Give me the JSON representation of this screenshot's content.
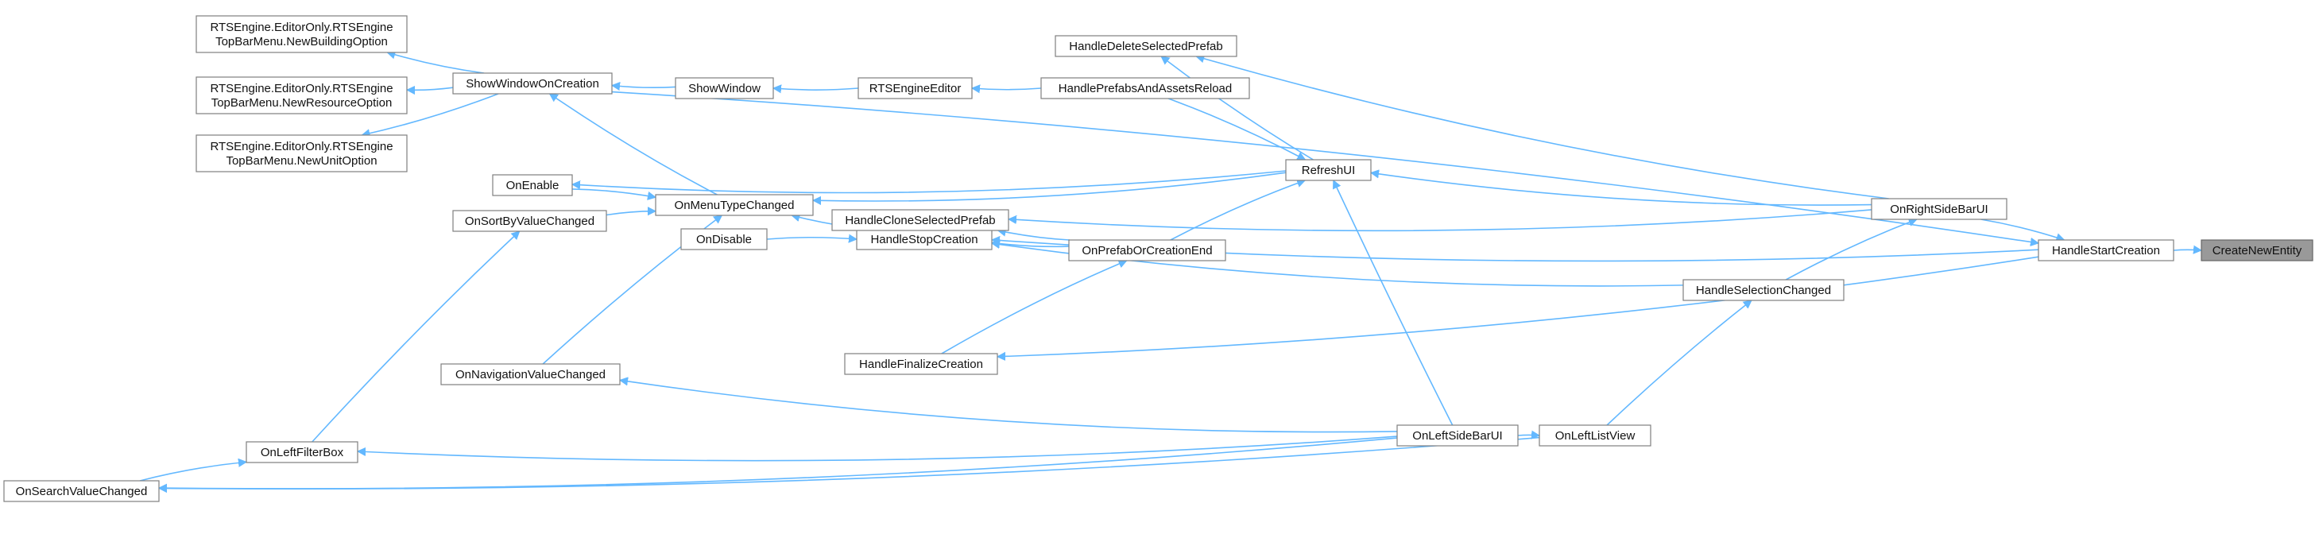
{
  "graph": {
    "title": "",
    "colors": {
      "edge": "#63b8ff",
      "node_border": "#7f7f7f",
      "node_fill": "#ffffff",
      "focus_fill": "#999999",
      "text": "#111111"
    },
    "focus_node": "create_new_entity",
    "nodes": [
      {
        "id": "create_new_entity",
        "lines": [
          "CreateNewEntity"
        ]
      },
      {
        "id": "handle_start_creation",
        "lines": [
          "HandleStartCreation"
        ]
      },
      {
        "id": "show_window_on_creation",
        "lines": [
          "ShowWindowOnCreation"
        ]
      },
      {
        "id": "on_right_side_bar_ui",
        "lines": [
          "OnRightSideBarUI"
        ]
      },
      {
        "id": "handle_stop_creation",
        "lines": [
          "HandleStopCreation"
        ]
      },
      {
        "id": "handle_finalize_creation",
        "lines": [
          "HandleFinalizeCreation"
        ]
      },
      {
        "id": "refresh_ui",
        "lines": [
          "RefreshUI"
        ]
      },
      {
        "id": "handle_clone_selected_prefab",
        "lines": [
          "HandleCloneSelectedPrefab"
        ]
      },
      {
        "id": "handle_selection_changed",
        "lines": [
          "HandleSelectionChanged"
        ]
      },
      {
        "id": "on_left_list_view",
        "lines": [
          "OnLeftListView"
        ]
      },
      {
        "id": "on_left_side_bar_ui",
        "lines": [
          "OnLeftSideBarUI"
        ]
      },
      {
        "id": "on_prefab_or_creation_end",
        "lines": [
          "OnPrefabOrCreationEnd"
        ]
      },
      {
        "id": "on_disable",
        "lines": [
          "OnDisable"
        ]
      },
      {
        "id": "on_menu_type_changed",
        "lines": [
          "OnMenuTypeChanged"
        ]
      },
      {
        "id": "on_enable",
        "lines": [
          "OnEnable"
        ]
      },
      {
        "id": "on_navigation_value_changed",
        "lines": [
          "OnNavigationValueChanged"
        ]
      },
      {
        "id": "on_sort_by_value_changed",
        "lines": [
          "OnSortByValueChanged"
        ]
      },
      {
        "id": "on_left_filter_box",
        "lines": [
          "OnLeftFilterBox"
        ]
      },
      {
        "id": "on_search_value_changed",
        "lines": [
          "OnSearchValueChanged"
        ]
      },
      {
        "id": "handle_delete_selected_prefab",
        "lines": [
          "HandleDeleteSelectedPrefab"
        ]
      },
      {
        "id": "handle_prefabs_and_assets_reload",
        "lines": [
          "HandlePrefabsAndAssetsReload"
        ]
      },
      {
        "id": "rts_engine_editor",
        "lines": [
          "RTSEngineEditor"
        ]
      },
      {
        "id": "show_window",
        "lines": [
          "ShowWindow"
        ]
      },
      {
        "id": "new_building_option",
        "lines": [
          "RTSEngine.EditorOnly.RTSEngine",
          "TopBarMenu.NewBuildingOption"
        ]
      },
      {
        "id": "new_resource_option",
        "lines": [
          "RTSEngine.EditorOnly.RTSEngine",
          "TopBarMenu.NewResourceOption"
        ]
      },
      {
        "id": "new_unit_option",
        "lines": [
          "RTSEngine.EditorOnly.RTSEngine",
          "TopBarMenu.NewUnitOption"
        ]
      }
    ],
    "edges": [
      {
        "from": "handle_start_creation",
        "to": "create_new_entity"
      },
      {
        "from": "show_window_on_creation",
        "to": "handle_start_creation"
      },
      {
        "from": "on_right_side_bar_ui",
        "to": "handle_start_creation"
      },
      {
        "from": "handle_start_creation",
        "to": "handle_stop_creation"
      },
      {
        "from": "handle_start_creation",
        "to": "handle_finalize_creation"
      },
      {
        "from": "on_right_side_bar_ui",
        "to": "refresh_ui"
      },
      {
        "from": "on_right_side_bar_ui",
        "to": "handle_clone_selected_prefab"
      },
      {
        "from": "on_right_side_bar_ui",
        "to": "handle_delete_selected_prefab"
      },
      {
        "from": "handle_selection_changed",
        "to": "on_right_side_bar_ui"
      },
      {
        "from": "handle_selection_changed",
        "to": "handle_stop_creation"
      },
      {
        "from": "on_left_list_view",
        "to": "handle_selection_changed"
      },
      {
        "from": "on_left_side_bar_ui",
        "to": "on_left_list_view"
      },
      {
        "from": "on_left_list_view",
        "to": "on_search_value_changed"
      },
      {
        "from": "on_left_side_bar_ui",
        "to": "refresh_ui"
      },
      {
        "from": "on_left_side_bar_ui",
        "to": "on_navigation_value_changed"
      },
      {
        "from": "on_left_side_bar_ui",
        "to": "on_left_filter_box"
      },
      {
        "from": "on_left_side_bar_ui",
        "to": "on_search_value_changed"
      },
      {
        "from": "refresh_ui",
        "to": "handle_delete_selected_prefab"
      },
      {
        "from": "handle_prefabs_and_assets_reload",
        "to": "refresh_ui"
      },
      {
        "from": "refresh_ui",
        "to": "on_enable"
      },
      {
        "from": "refresh_ui",
        "to": "on_menu_type_changed"
      },
      {
        "from": "on_prefab_or_creation_end",
        "to": "refresh_ui"
      },
      {
        "from": "on_prefab_or_creation_end",
        "to": "handle_clone_selected_prefab"
      },
      {
        "from": "on_prefab_or_creation_end",
        "to": "handle_stop_creation"
      },
      {
        "from": "handle_finalize_creation",
        "to": "on_prefab_or_creation_end"
      },
      {
        "from": "on_disable",
        "to": "handle_stop_creation"
      },
      {
        "from": "handle_stop_creation",
        "to": "on_menu_type_changed"
      },
      {
        "from": "on_menu_type_changed",
        "to": "show_window_on_creation"
      },
      {
        "from": "on_enable",
        "to": "on_menu_type_changed"
      },
      {
        "from": "on_sort_by_value_changed",
        "to": "on_menu_type_changed"
      },
      {
        "from": "on_navigation_value_changed",
        "to": "on_menu_type_changed"
      },
      {
        "from": "on_left_filter_box",
        "to": "on_sort_by_value_changed"
      },
      {
        "from": "on_search_value_changed",
        "to": "on_left_filter_box"
      },
      {
        "from": "show_window_on_creation",
        "to": "new_building_option"
      },
      {
        "from": "show_window_on_creation",
        "to": "new_resource_option"
      },
      {
        "from": "show_window_on_creation",
        "to": "new_unit_option"
      },
      {
        "from": "show_window",
        "to": "show_window_on_creation"
      },
      {
        "from": "rts_engine_editor",
        "to": "show_window"
      },
      {
        "from": "handle_prefabs_and_assets_reload",
        "to": "rts_engine_editor"
      }
    ]
  }
}
